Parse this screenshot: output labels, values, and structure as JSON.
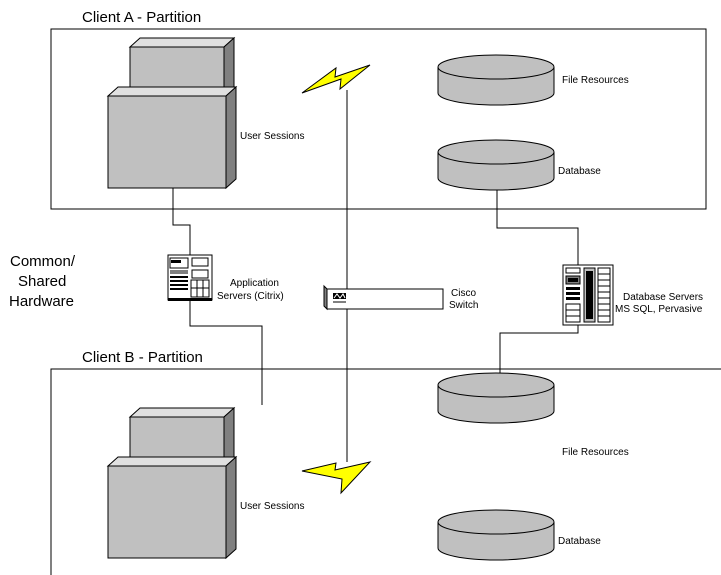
{
  "partition_a": {
    "title": "Client A - Partition",
    "user_sessions": "User Sessions",
    "file_resources": "File Resources",
    "database": "Database"
  },
  "partition_b": {
    "title": "Client B - Partition",
    "user_sessions": "User Sessions",
    "file_resources": "File Resources",
    "database": "Database"
  },
  "shared": {
    "line1": "Common/",
    "line2": "Shared",
    "line3": "Hardware"
  },
  "app_servers": {
    "line1": "Application",
    "line2": "Servers (Citrix)"
  },
  "switch": {
    "line1": "Cisco",
    "line2": "Switch"
  },
  "db_servers": {
    "line1": "Database Servers",
    "line2": "MS SQL, Pervasive"
  },
  "colors": {
    "lightning": "#ffff00",
    "box_fill": "#c0c0c0",
    "box_side": "#808080",
    "box_top": "#e0e0e0"
  }
}
